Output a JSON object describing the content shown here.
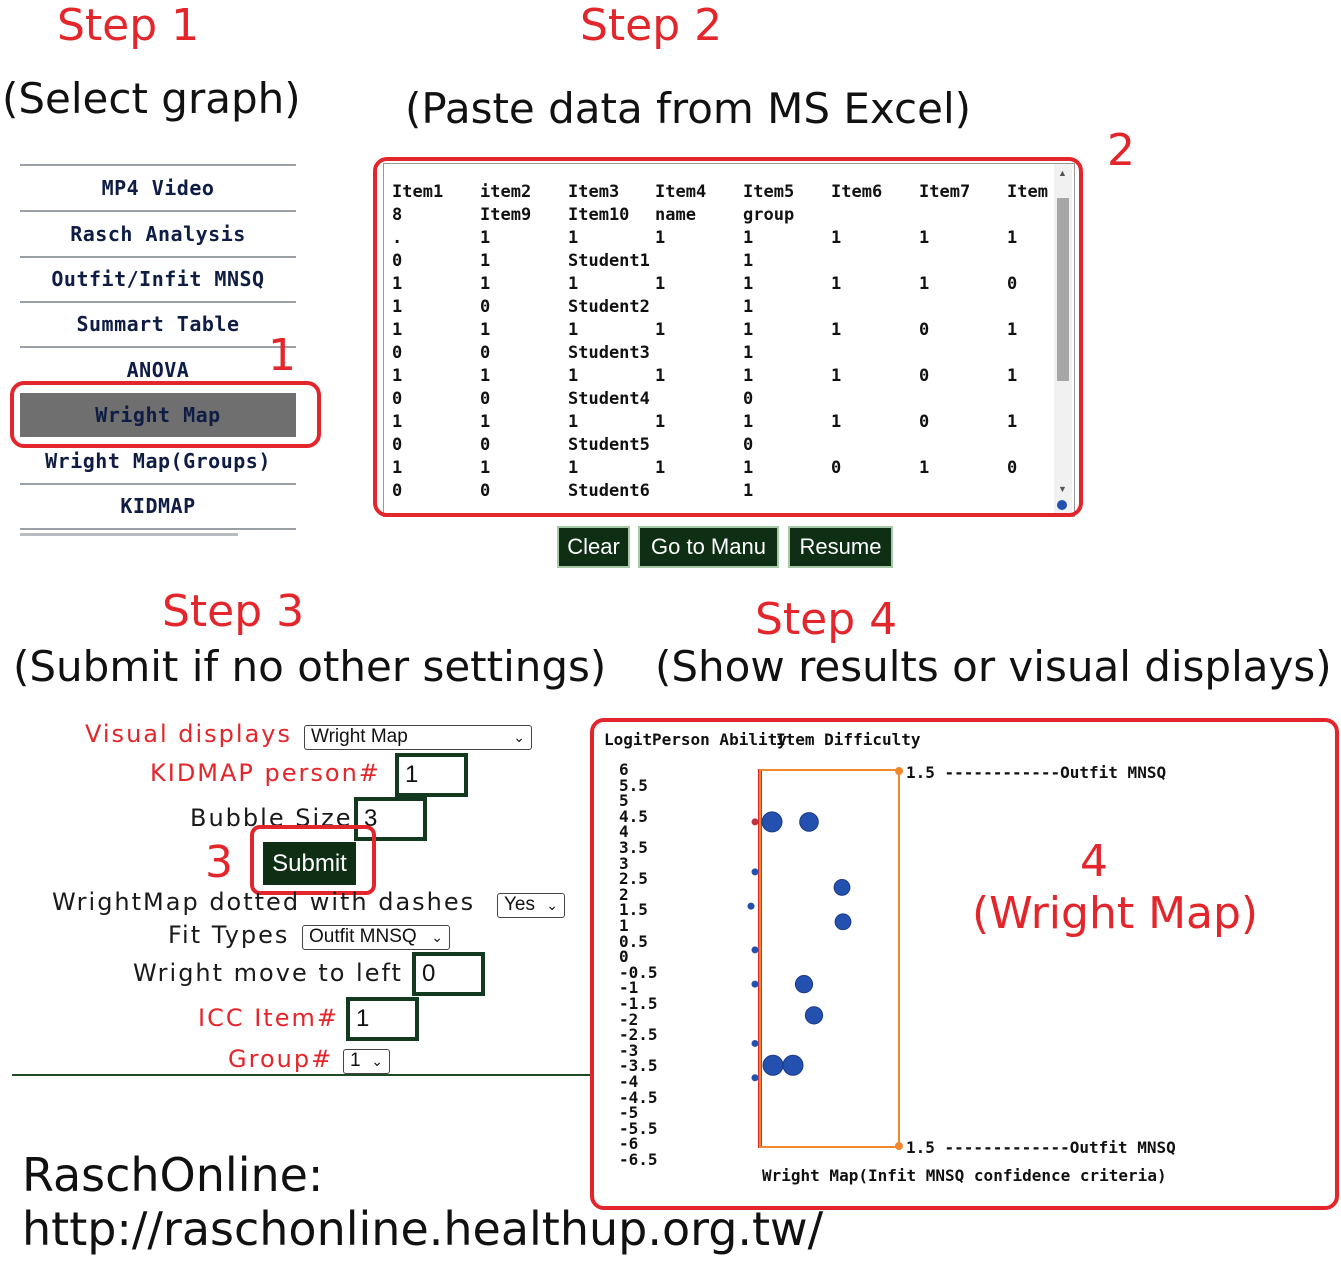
{
  "steps": {
    "s1": {
      "title": "Step 1",
      "sub": "(Select graph)"
    },
    "s2": {
      "title": "Step 2",
      "sub": "(Paste data from MS Excel)"
    },
    "s3": {
      "title": "Step 3",
      "sub": "(Submit if no other settings)"
    },
    "s4": {
      "title": "Step 4",
      "sub": "(Show results  or visual displays)"
    }
  },
  "markers": {
    "m1": "1",
    "m2": "2",
    "m3": "3",
    "m4": "4",
    "m4_label": "(Wright Map)"
  },
  "menu": {
    "items": [
      "MP4 Video",
      "Rasch Analysis",
      "Outfit/Infit MNSQ",
      "Summart Table",
      "ANOVA",
      "Wright Map",
      "Wright Map(Groups)",
      "KIDMAP"
    ],
    "active": "Wright Map"
  },
  "textarea": {
    "rows": [
      [
        "Item1",
        "item2",
        "Item3",
        "Item4",
        "Item5",
        "Item6",
        "Item7",
        "Item"
      ],
      [
        "8",
        "Item9",
        "Item10",
        "name",
        "group",
        "",
        "",
        ""
      ],
      [
        ".",
        "1",
        "1",
        "1",
        "1",
        "1",
        "1",
        "1"
      ],
      [
        "0",
        "1",
        "Student1",
        "",
        "1",
        "",
        "",
        ""
      ],
      [
        "1",
        "1",
        "1",
        "1",
        "1",
        "1",
        "1",
        "0"
      ],
      [
        "1",
        "0",
        "Student2",
        "",
        "1",
        "",
        "",
        ""
      ],
      [
        "1",
        "1",
        "1",
        "1",
        "1",
        "1",
        "0",
        "1"
      ],
      [
        "0",
        "0",
        "Student3",
        "",
        "1",
        "",
        "",
        ""
      ],
      [
        "1",
        "1",
        "1",
        "1",
        "1",
        "1",
        "0",
        "1"
      ],
      [
        "0",
        "0",
        "Student4",
        "",
        "0",
        "",
        "",
        ""
      ],
      [
        "1",
        "1",
        "1",
        "1",
        "1",
        "1",
        "0",
        "1"
      ],
      [
        "0",
        "0",
        "Student5",
        "",
        "0",
        "",
        "",
        ""
      ],
      [
        "1",
        "1",
        "1",
        "1",
        "1",
        "0",
        "1",
        "0"
      ],
      [
        "0",
        "0",
        "Student6",
        "",
        "1",
        "",
        "",
        ""
      ]
    ],
    "buttons": {
      "clear": "Clear",
      "manu": "Go to Manu",
      "resume": "Resume"
    }
  },
  "form": {
    "visual_displays_label": "Visual displays",
    "visual_displays_value": "Wright Map",
    "kidmap_label": "KIDMAP person#",
    "kidmap_value": "1",
    "bubble_label": "Bubble Size",
    "bubble_value": "3",
    "submit": "Submit",
    "dotted_label": "WrightMap dotted with dashes",
    "dotted_value": "Yes",
    "fit_label": "Fit Types",
    "fit_value": "Outfit MNSQ",
    "move_label": "Wright move to left",
    "move_value": "0",
    "icc_label": "ICC Item#",
    "icc_value": "1",
    "group_label": "Group#",
    "group_value": "1"
  },
  "wright_map": {
    "header_logit": "Logit",
    "header_person": "Person Ability",
    "header_item": "Item Difficulty",
    "top_label": "1.5 ------------Outfit MNSQ",
    "bottom_label": "1.5 -------------Outfit MNSQ",
    "caption": "Wright Map(Infit MNSQ confidence criteria)",
    "colors": {
      "axis": "#e3262b",
      "frame": "#f0882e",
      "bubble": "#2451b0"
    }
  },
  "chart_data": {
    "type": "scatter",
    "title": "",
    "ylabel": "Logit",
    "yticks": [
      "6",
      "5.5",
      "5",
      "4.5",
      "4",
      "3.5",
      "3",
      "2.5",
      "2",
      "1.5",
      "1",
      "0.5",
      "0",
      "-0.5",
      "-1",
      "-1.5",
      "-2",
      "-2.5",
      "-3",
      "-3.5",
      "-4",
      "-4.5",
      "-5",
      "-5.5",
      "-6",
      "-6.5"
    ],
    "ylim": [
      -6.5,
      6
    ],
    "series": [
      {
        "points": [
          {
            "y": 4.4,
            "s": 1.0
          },
          {
            "y": 4.4,
            "s": 0.9
          },
          {
            "y": 2.3,
            "s": 0.7
          },
          {
            "y": 1.2,
            "s": 0.7
          },
          {
            "y": -0.8,
            "s": 0.8
          },
          {
            "y": -1.8,
            "s": 0.8
          },
          {
            "y": -3.4,
            "s": 1.0
          },
          {
            "y": -3.4,
            "s": 1.0
          }
        ]
      },
      {
        "points": [
          {
            "y": 4.4
          },
          {
            "y": 2.8
          },
          {
            "y": 1.7
          },
          {
            "y": 0.3
          },
          {
            "y": -0.8
          },
          {
            "y": -2.7
          },
          {
            "y": -3.8
          }
        ]
      }
    ]
  },
  "footer": {
    "line1": "RaschOnline:",
    "line2": "http://raschonline.healthup.org.tw/"
  }
}
